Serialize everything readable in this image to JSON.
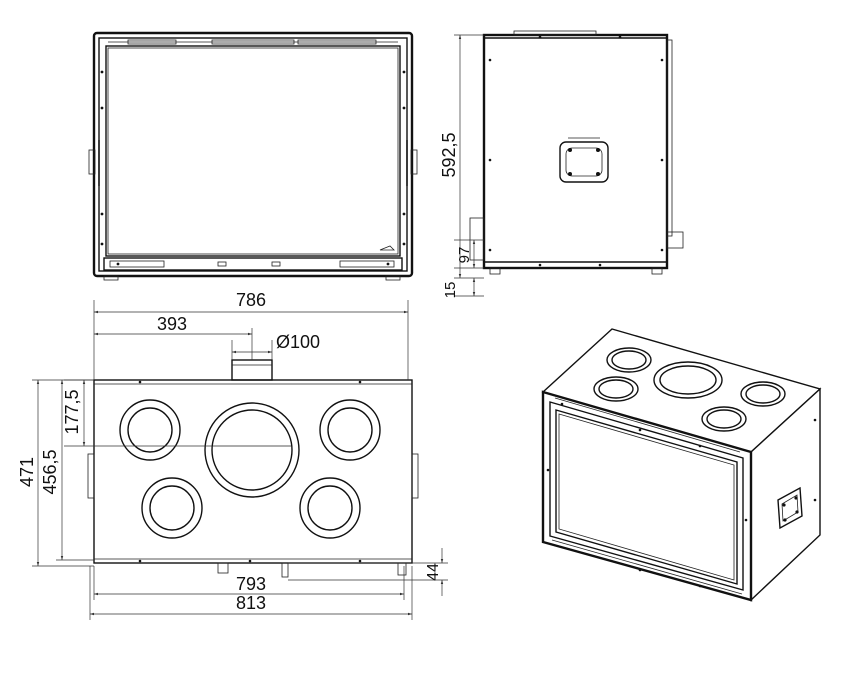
{
  "dimensions": {
    "height_side": "592,5",
    "leg_height": "97",
    "base_height": "15",
    "width_outer_top": "786",
    "half_width": "393",
    "flue_diameter": "Ø100",
    "top_to_center": "177,5",
    "height_total": "471",
    "height_inner": "456,5",
    "width_793": "793",
    "width_813": "813",
    "foot_offset": "44"
  }
}
